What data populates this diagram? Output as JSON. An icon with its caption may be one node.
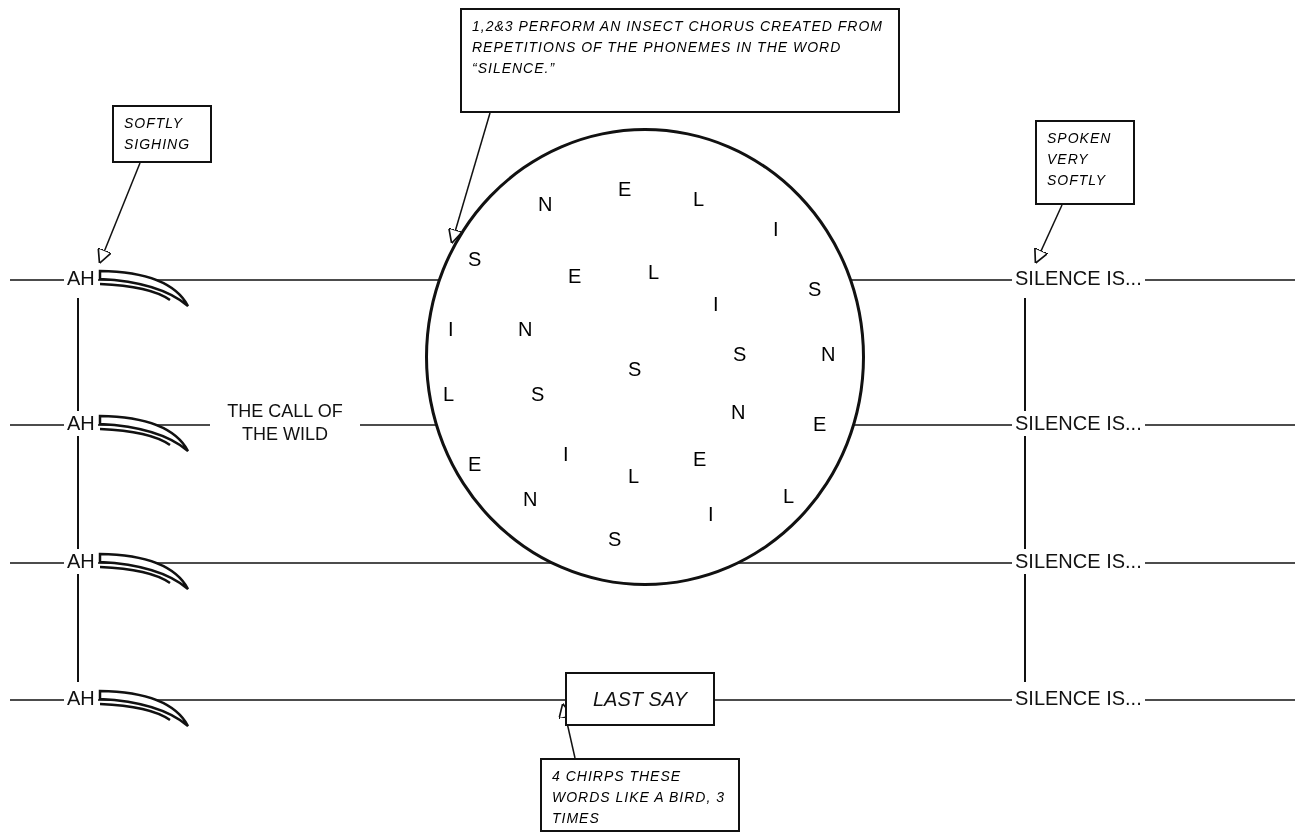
{
  "diagram": {
    "nodes": [
      {
        "text": [
          "1,2&3 PERFORM AN INSECT CHORUS CREATED FROM REPETITIONS OF THE PHONEMES IN THE WORD “SILENCE.”"
        ]
      },
      {
        "text": [
          "SOFTLY SIGHING"
        ]
      },
      {
        "text": [
          "SPOKEN VERY SOFTLY"
        ]
      },
      {
        "text": [
          "AH"
        ]
      },
      {
        "text": [
          "N",
          "E",
          "L",
          "I",
          "S",
          "E",
          "L",
          "I",
          "S",
          "I",
          "N",
          "S",
          "S",
          "N",
          "L",
          "S",
          "N",
          "E",
          "E",
          "I",
          "L",
          "E",
          "N",
          "I",
          "L",
          "S"
        ]
      },
      {
        "text": [
          "SILENCE IS..."
        ]
      },
      {
        "text": [
          "AH"
        ]
      },
      {
        "text": [
          "SILENCE IS..."
        ]
      },
      {
        "text": [
          "AH"
        ]
      },
      {
        "text": [
          "SILENCE IS..."
        ]
      },
      {
        "text": [
          "AH"
        ]
      },
      {
        "text": [
          "LAST SAY"
        ]
      },
      {
        "text": [
          "SILENCE IS..."
        ]
      },
      {
        "text": [
          "4 CHIRPS THESE WORDS LIKE A BIRD, 3 TIMES"
        ]
      }
    ],
    "edges": [
      {
        "from": 0,
        "to": 4,
        "arrow": "to"
      },
      {
        "from": 1,
        "to": 3,
        "arrow": "to"
      },
      {
        "from": 2,
        "to": 5,
        "arrow": "to"
      },
      {
        "from": 13,
        "to": 11,
        "arrow": "to"
      }
    ],
    "labels": [
      "THE CALL OF THE WILD"
    ]
  }
}
